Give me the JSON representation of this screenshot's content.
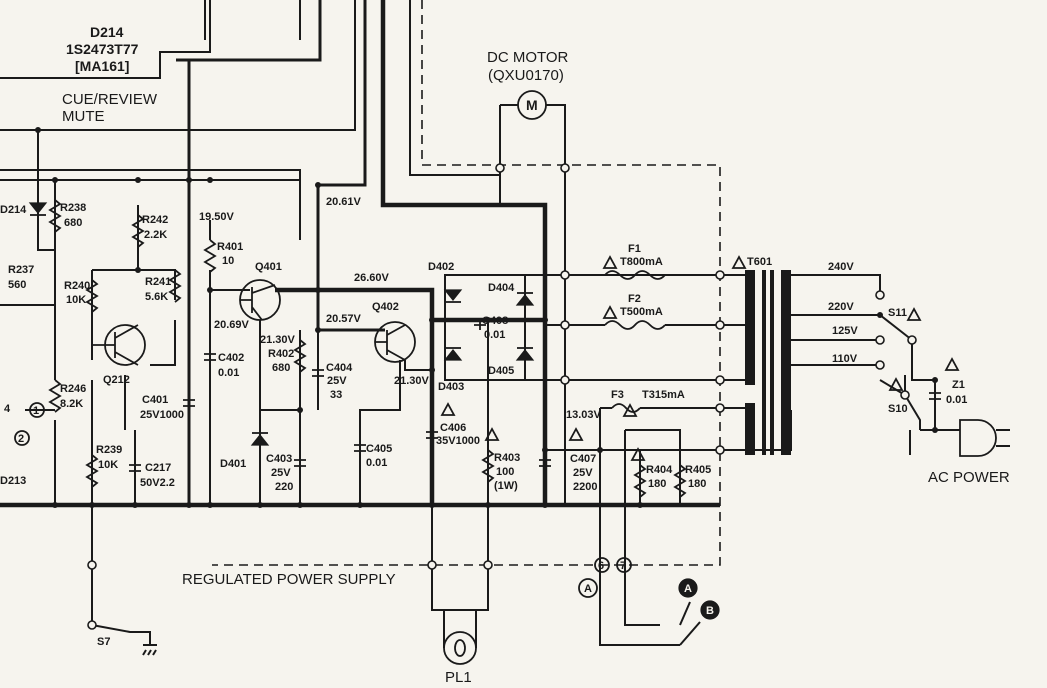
{
  "diagram": {
    "block_labels": {
      "regulated_power_supply": "REGULATED POWER SUPPLY",
      "ac_power": "AC POWER",
      "cue_review": "CUE/REVIEW",
      "mute": "MUTE",
      "pl1": "PL1",
      "dc_motor": "DC MOTOR",
      "dc_motor_part": "(QXU0170)",
      "motor_symbol": "M"
    },
    "diodes": {
      "d214_top": "D214",
      "d214_part": "1S2473T77",
      "d214_alt": "[MA161]",
      "d214_left": "D214",
      "d213": "D213",
      "d401": "D401",
      "d402": "D402",
      "d403": "D403",
      "d404": "D404",
      "d405": "D405"
    },
    "transistors": {
      "q212": "Q212",
      "q401": "Q401",
      "q402": "Q402"
    },
    "resistors": {
      "r238": "R238",
      "r238_v": "680",
      "r237": "R237",
      "r237_v": "560",
      "r240": "R240",
      "r240_v": "10K",
      "r242": "R242",
      "r242_v": "2.2K",
      "r241": "R241",
      "r241_v": "5.6K",
      "r246": "R246",
      "r246_v": "8.2K",
      "r239": "R239",
      "r239_v": "10K",
      "r401": "R401",
      "r401_v": "10",
      "r402": "R402",
      "r402_v": "680",
      "r403": "R403",
      "r403_v": "100",
      "r403_w": "(1W)",
      "r404": "R404",
      "r404_v": "180",
      "r405": "R405",
      "r405_v": "180"
    },
    "capacitors": {
      "c217": "C217",
      "c217_v": "50V2.2",
      "c401": "C401",
      "c401_v": "25V1000",
      "c402": "C402",
      "c402_v": "0.01",
      "c403": "C403",
      "c403_v1": "25V",
      "c403_v2": "220",
      "c404": "C404",
      "c404_v1": "25V",
      "c404_v2": "33",
      "c405": "C405",
      "c405_v": "0.01",
      "c406": "C406",
      "c406_v": "35V1000",
      "c407": "C407",
      "c407_v1": "25V",
      "c407_v2": "2200",
      "c408": "C408",
      "c408_v": "0.01",
      "z1": "Z1",
      "z1_v": "0.01"
    },
    "fuses": {
      "f1": "F1",
      "f1_v": "T800mA",
      "f2": "F2",
      "f2_v": "T500mA",
      "f3": "F3",
      "f3_v": "T315mA"
    },
    "transformer": "T601",
    "switches": {
      "s7": "S7",
      "s10": "S10",
      "s11": "S11"
    },
    "taps": {
      "v240": "240V",
      "v220": "220V",
      "v125": "125V",
      "v110": "110V"
    },
    "voltages": {
      "v19_50": "19.50V",
      "v20_61": "20.61V",
      "v26_60": "26.60V",
      "v20_57": "20.57V",
      "v20_69": "20.69V",
      "v21_30a": "21.30V",
      "v21_30b": "21.30V",
      "v13_03": "13.03V"
    },
    "connectors": {
      "a": "A",
      "b": "B",
      "pin6": "6",
      "pin7": "7",
      "pin1": "1",
      "pin2": "2",
      "pin4": "4"
    },
    "warning_mark": "!"
  }
}
